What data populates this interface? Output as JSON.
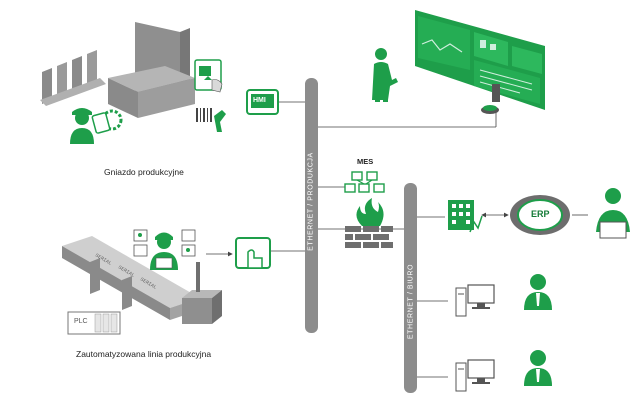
{
  "labels": {
    "gniazdo": "Gniazdo produkcyjne",
    "linia": "Zautomatyzowana linia produkcyjna",
    "ethernet_produkcja": "ETHERNET / PRODUKCJA",
    "ethernet_biuro": "ETHERNET / BIURO",
    "mes": "MES",
    "hmi": "HMI",
    "erp": "ERP",
    "plc": "PLC"
  },
  "colors": {
    "accent": "#1e9e4a",
    "accent_dark": "#137a36",
    "bus": "#8c8c8c",
    "machine": "#9a9a9a",
    "machine_dark": "#6f6f6f",
    "line": "#444444"
  }
}
